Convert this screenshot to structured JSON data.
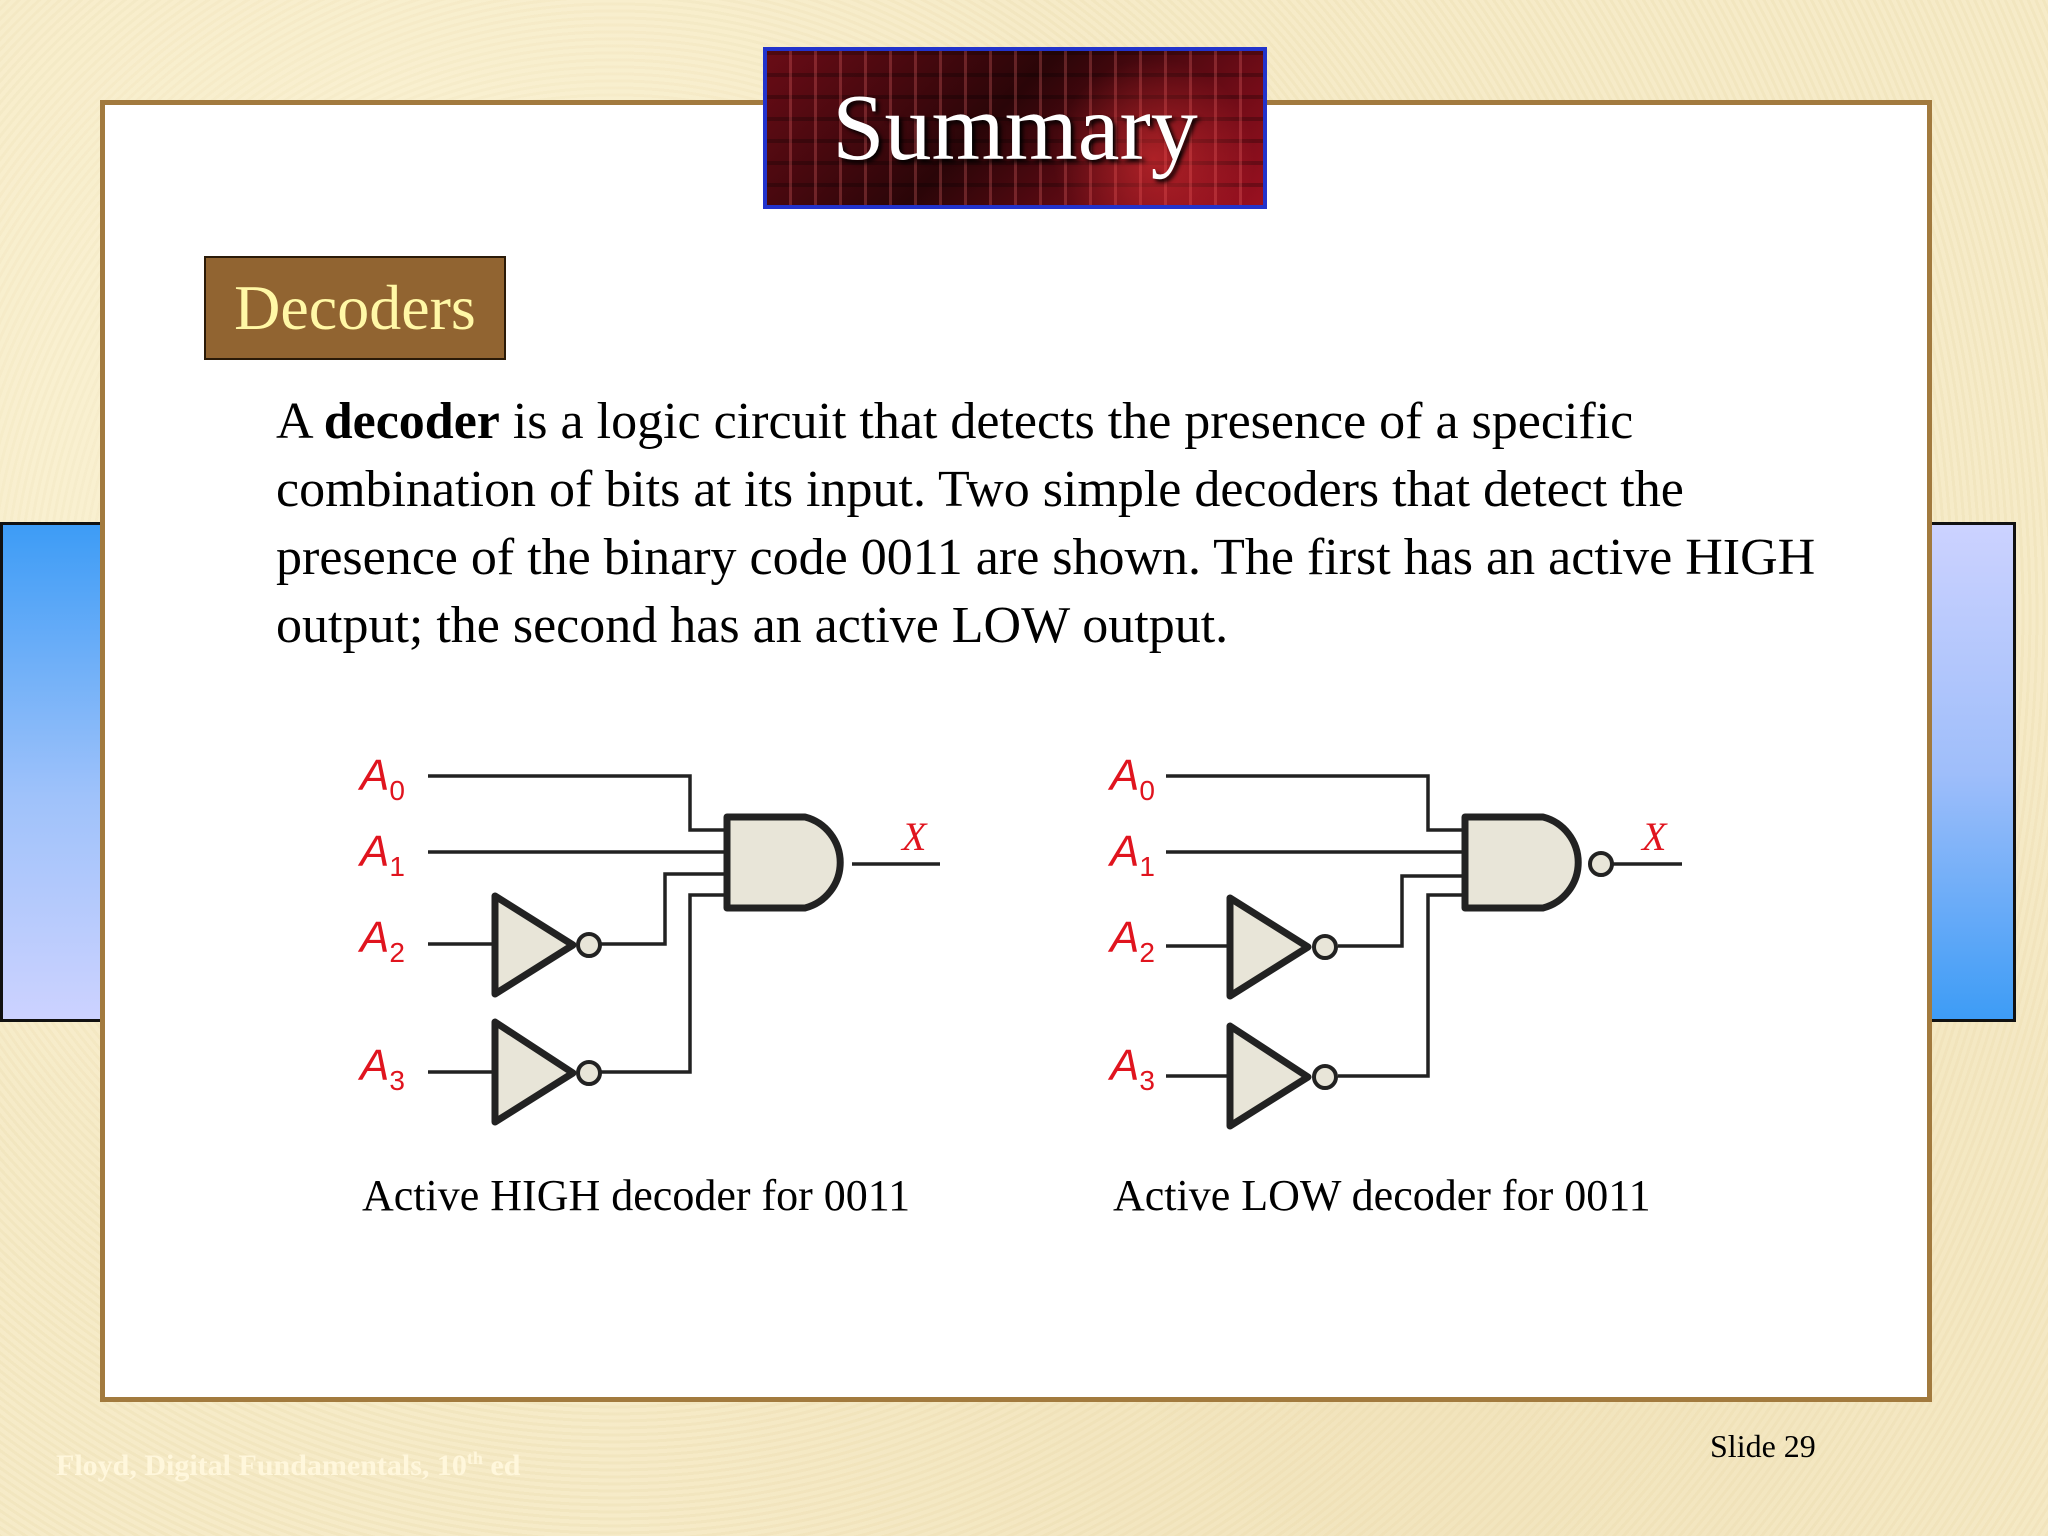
{
  "slide": {
    "title": "Summary",
    "section": "Decoders",
    "body": {
      "p1": "A ",
      "bold": "decoder",
      "p2": " is a logic circuit that detects the presence of a specific combination of bits at its input. Two simple decoders that detect the presence of the binary code 0011 are shown. The first has an active HIGH output; the second has an active LOW output."
    },
    "inputs": [
      "A",
      "A",
      "A",
      "A"
    ],
    "input_subscripts": [
      "0",
      "1",
      "2",
      "3"
    ],
    "output_label": "X",
    "captions": {
      "high": "Active HIGH decoder for 0011",
      "low": "Active LOW decoder for 0011"
    },
    "footer": {
      "book": "Floyd, Digital Fundamentals, 10",
      "book_sup": "th",
      "book_end": " ed",
      "slide": "Slide 29"
    }
  },
  "colors": {
    "label_red": "#e0141e",
    "gate_fill": "#e8e5d8",
    "panel_border": "#a27a3e"
  }
}
